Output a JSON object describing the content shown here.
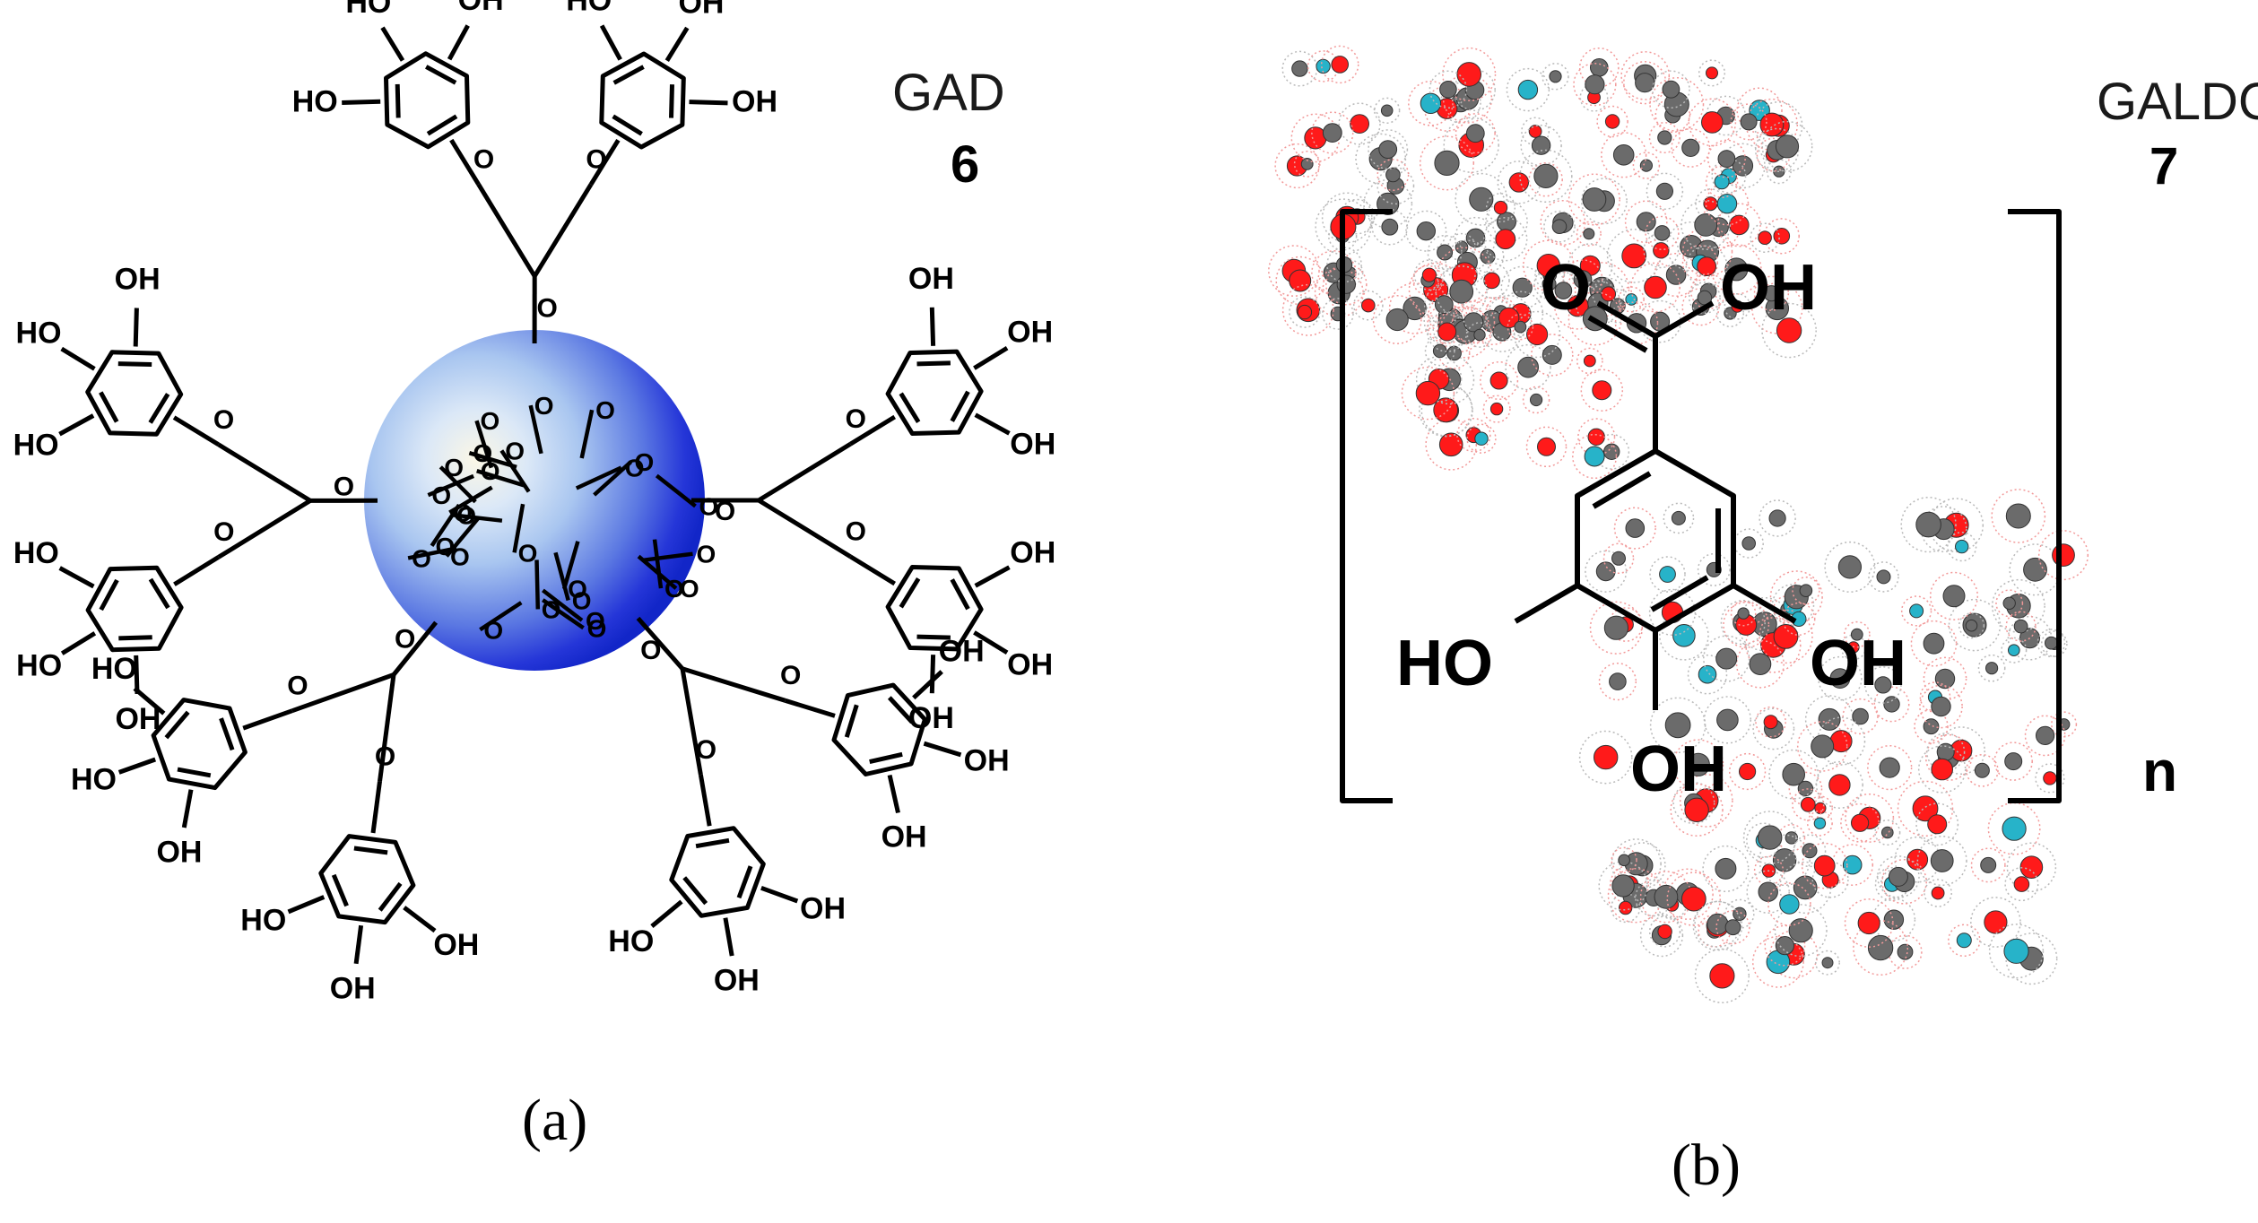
{
  "panel_a": {
    "title": "GAD",
    "number": "6",
    "caption": "(a)",
    "hydroxyl_label": "OH",
    "hydroxyl_label_left": "HO",
    "oxygen_label": "O",
    "core_colors": {
      "outer": "#1b2fd6",
      "mid": "#5a78e0",
      "inner": "#b9d3f3",
      "highlight": "#fbf7e6"
    }
  },
  "panel_b": {
    "title": "GALDOP",
    "number": "7",
    "caption": "(b)",
    "repeat_label": "n",
    "labels": {
      "carbonyl_o": "O",
      "acid_oh": "OH",
      "ring_ho": "HO",
      "ring_oh_right": "OH",
      "ring_oh_bottom": "OH"
    },
    "atom_colors": {
      "carbon": "#6b6b6b",
      "oxygen": "#ff1a1a",
      "hydrogen": "#27b3c9"
    }
  }
}
